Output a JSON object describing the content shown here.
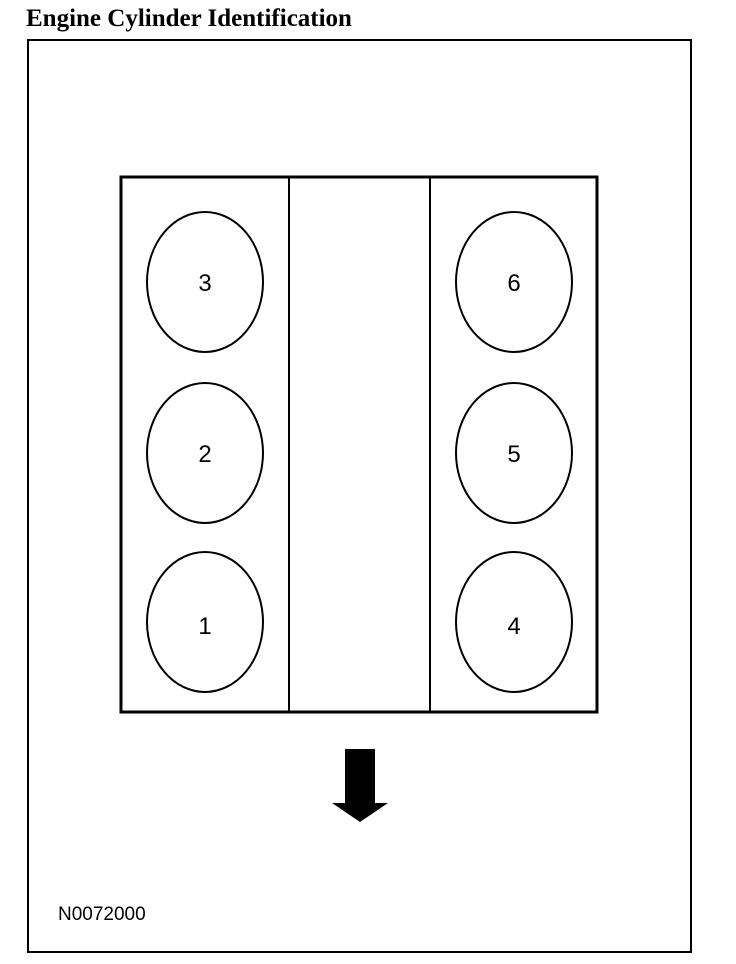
{
  "title": "Engine Cylinder Identification",
  "cylinders": {
    "left_bank": [
      "3",
      "2",
      "1"
    ],
    "right_bank": [
      "6",
      "5",
      "4"
    ]
  },
  "arrow_icon": "down-arrow-icon",
  "part_number": "N0072000"
}
